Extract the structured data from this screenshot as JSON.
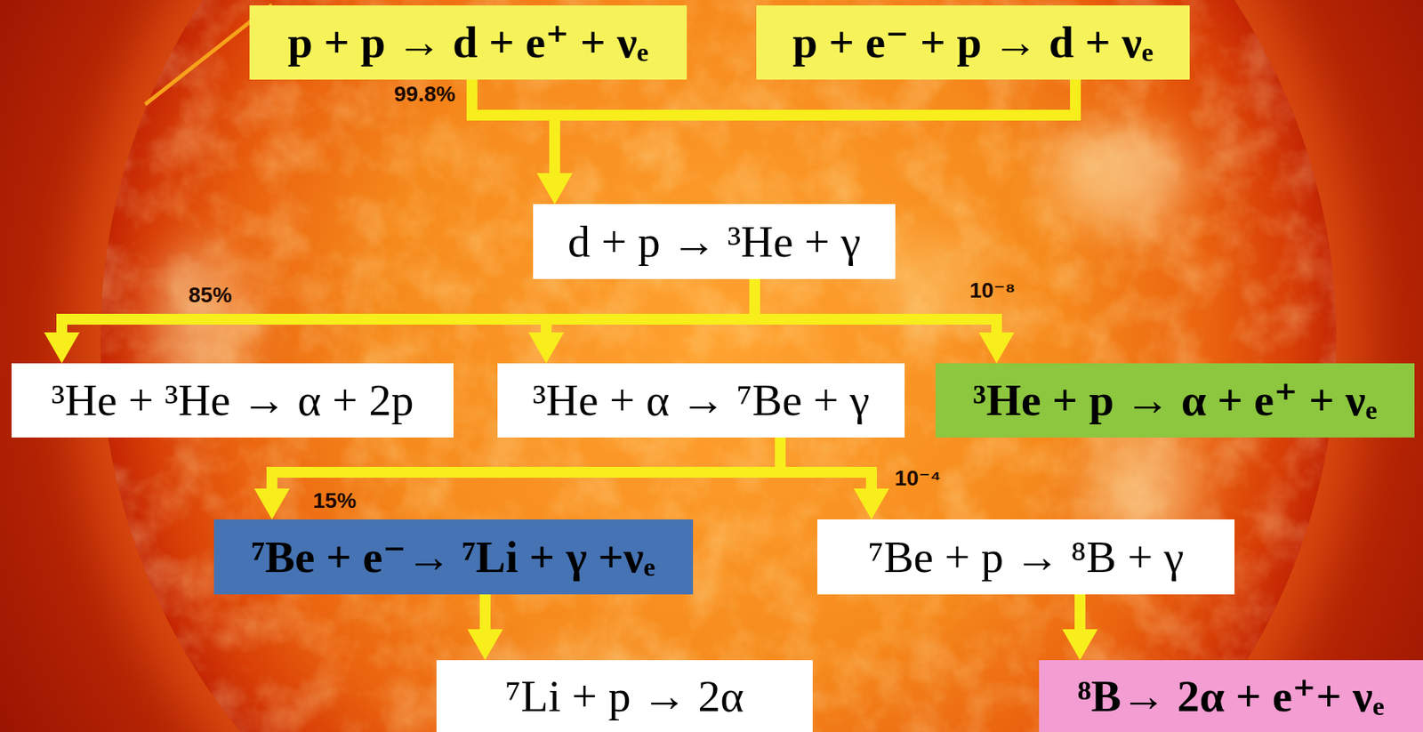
{
  "diagram": {
    "nodes": [
      {
        "text": [
          "p + p → d + e⁺ + νₑ"
        ]
      },
      {
        "text": [
          "p + e⁻ + p → d + νₑ"
        ]
      },
      {
        "text": [
          "d + p → ³He + γ"
        ]
      },
      {
        "text": [
          "³He + ³He → α + 2p"
        ]
      },
      {
        "text": [
          "³He + α → ⁷Be + γ"
        ]
      },
      {
        "text": [
          "³He + p → α + e⁺ + νₑ"
        ]
      },
      {
        "text": [
          "⁷Be + e⁻→ ⁷Li + γ +νₑ"
        ]
      },
      {
        "text": [
          "⁷Be + p → ⁸B + γ"
        ]
      },
      {
        "text": [
          "⁷Li + p → 2α"
        ]
      },
      {
        "text": [
          "⁸B→ 2α + e⁺+ νₑ"
        ]
      }
    ],
    "edges": [
      {
        "from": 0,
        "to": 2,
        "arrow": "to",
        "label": "99.8%"
      },
      {
        "from": 1,
        "to": 2,
        "arrow": "to"
      },
      {
        "from": 2,
        "to": 3,
        "arrow": "to",
        "label": "85%"
      },
      {
        "from": 2,
        "to": 4,
        "arrow": "to"
      },
      {
        "from": 2,
        "to": 5,
        "arrow": "to",
        "label": "10⁻⁸"
      },
      {
        "from": 4,
        "to": 6,
        "arrow": "to",
        "label": "15%"
      },
      {
        "from": 4,
        "to": 7,
        "arrow": "to",
        "label": "10⁻⁴"
      },
      {
        "from": 6,
        "to": 8,
        "arrow": "to"
      },
      {
        "from": 7,
        "to": 9,
        "arrow": "to"
      }
    ]
  }
}
